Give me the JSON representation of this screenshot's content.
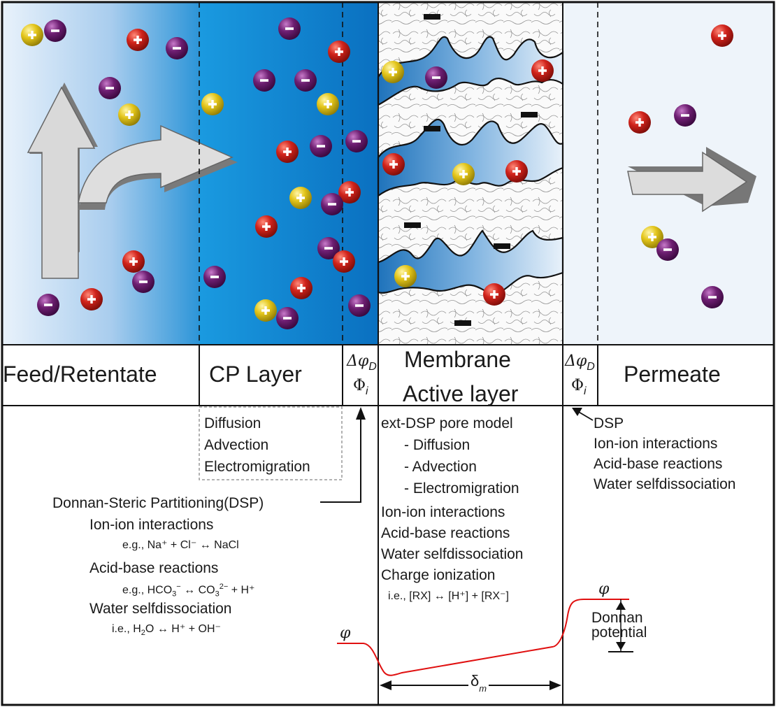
{
  "header": {
    "feed": "Feed/Retentate",
    "cp": "CP Layer",
    "delta_phi_d": "Δφ",
    "delta_phi_d_sub": "D",
    "phi_i": "Φ",
    "phi_i_sub": "i",
    "membrane_line1": "Membrane",
    "membrane_line2": "Active layer",
    "right_delta_phi_d": "Δφ",
    "right_delta_phi_d_sub": "D",
    "right_phi_i": "Φ",
    "right_phi_i_sub": "i",
    "permeate": "Permeate"
  },
  "cp_transport": [
    "Diffusion",
    "Advection",
    "Electromigration"
  ],
  "dsp": {
    "title": "Donnan-Steric Partitioning(DSP)",
    "ion_ion": "Ion-ion interactions",
    "ion_ion_example": "e.g., Na⁺ + Cl⁻ ↔ NaCl",
    "acid_base": "Acid-base reactions",
    "acid_base_example_a": "e.g., HCO",
    "acid_base_example_sub": "3",
    "acid_base_example_sup": "−",
    "acid_base_example_b": " ↔ CO",
    "acid_base_example_sub2": "3",
    "acid_base_example_sup2": "2−",
    "acid_base_example_c": " + H⁺",
    "water": "Water selfdissociation",
    "water_example_a": "i.e., H",
    "water_example_sub": "2",
    "water_example_b": "O ↔ H⁺ + OH⁻"
  },
  "membrane_processes": {
    "model": "ext-DSP pore model",
    "items": [
      "- Diffusion",
      "- Advection",
      "- Electromigration"
    ],
    "ion_ion": "Ion-ion interactions",
    "acid_base": "Acid-base reactions",
    "water": "Water selfdissociation",
    "charge": "Charge ionization",
    "charge_example": "i.e., [RX] ↔ [H⁺] + [RX⁻]"
  },
  "permeate_processes": {
    "dsp": "DSP",
    "ion_ion": "Ion-ion interactions",
    "acid_base": "Acid-base reactions",
    "water": "Water selfdissociation"
  },
  "potential": {
    "phi_left": "φ",
    "phi_right": "φ",
    "donnan_line1": "Donnan",
    "donnan_line2": "potential",
    "delta_m": "δ",
    "delta_m_sub": "m"
  },
  "colors": {
    "cation": "#c8201c",
    "anion": "#6a1b6e",
    "neutral": "#e3c61a",
    "curve": "#e01010",
    "cp_blue": "#0a7ac4"
  }
}
